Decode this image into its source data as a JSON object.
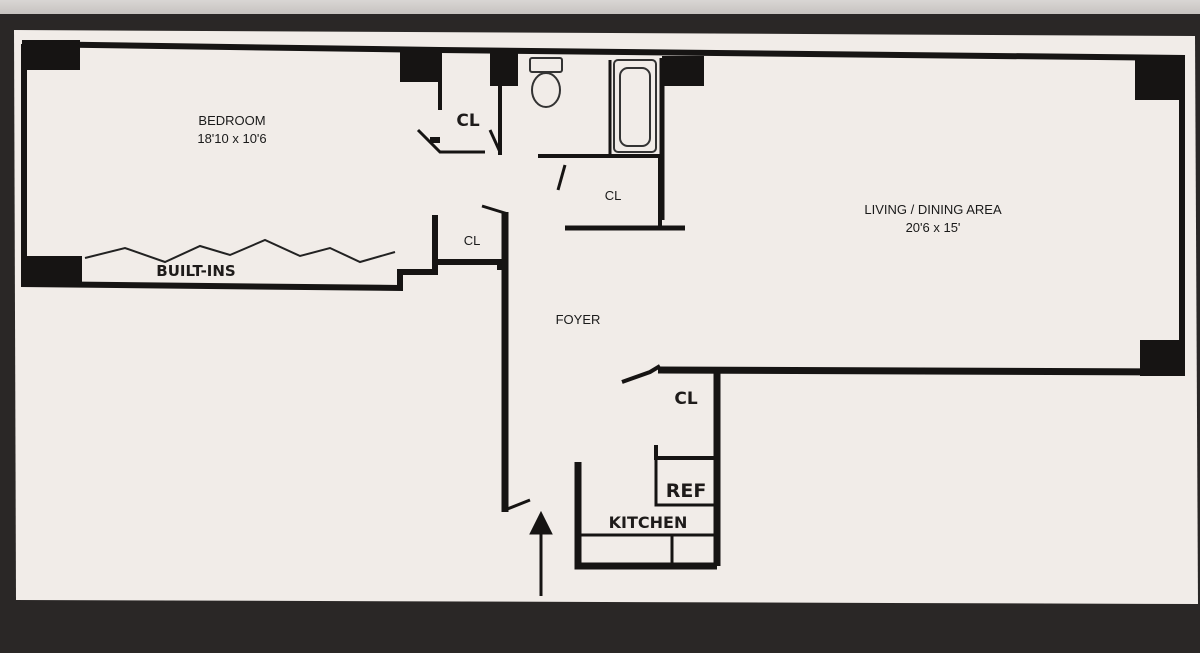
{
  "floor_plan": {
    "rooms": {
      "bedroom": {
        "name": "BEDROOM",
        "dimensions": "18'10 x 10'6"
      },
      "living": {
        "name": "LIVING / DINING AREA",
        "dimensions": "20'6 x 15'"
      },
      "foyer": {
        "name": "FOYER"
      },
      "kitchen": {
        "name": "KITCHEN"
      }
    },
    "annotations": {
      "builtins": "BUILT-INS",
      "closet_bedroom": "CL",
      "closet_bath": "CL",
      "closet_hall": "CL",
      "closet_kitchen": "CL",
      "refrigerator": "REF"
    },
    "colors": {
      "paper": "#f1ece8",
      "wall": "#161413",
      "background": "#2a2726"
    }
  }
}
